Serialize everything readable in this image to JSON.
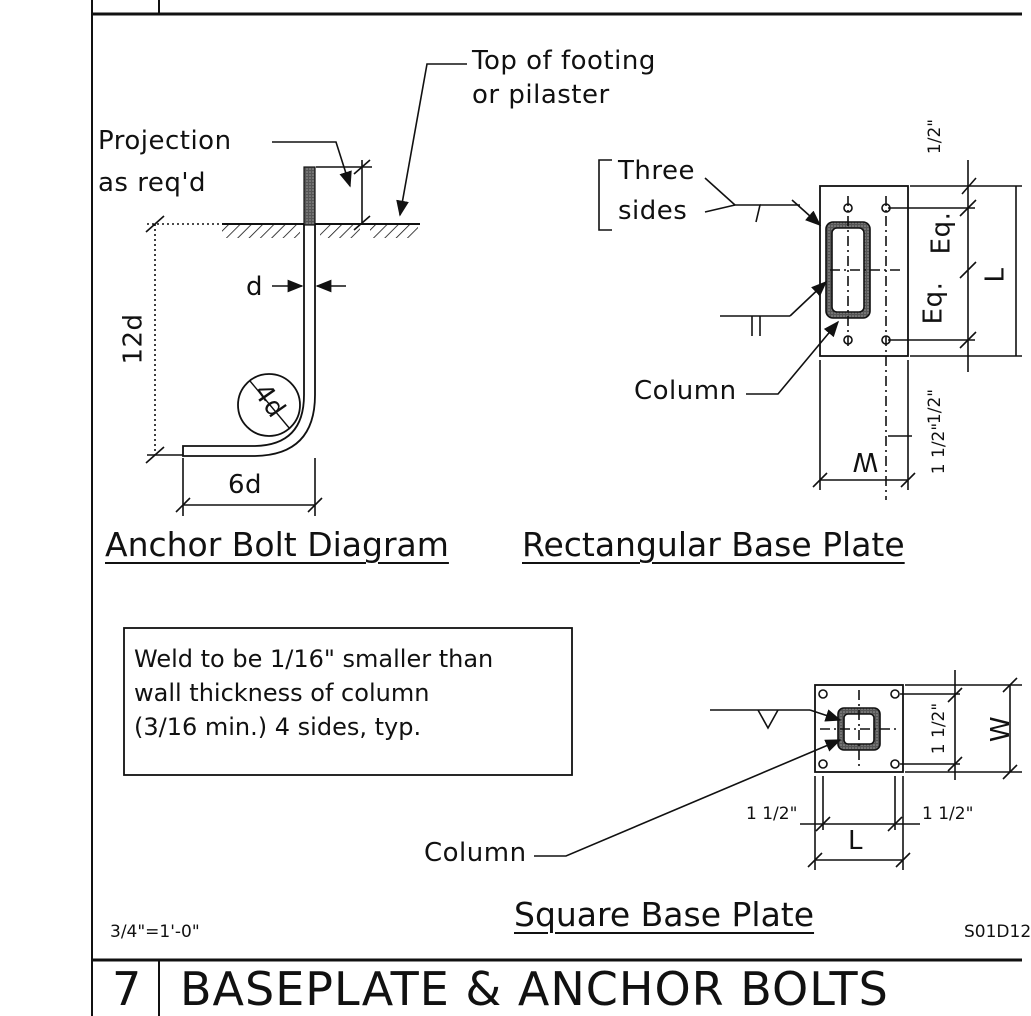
{
  "anchor_bolt": {
    "top_label_line1": "Top of footing",
    "top_label_line2": "or pilaster",
    "projection_line1": "Projection",
    "projection_line2": "as req'd",
    "dim_d": "d",
    "dim_12d": "12d",
    "dim_4d": "4d",
    "dim_6d": "6d",
    "title": "Anchor Bolt Diagram"
  },
  "rect_plate": {
    "three_sides_line1": "Three",
    "three_sides_line2": "sides",
    "column_label": "Column",
    "eq_top": "Eq.",
    "eq_bottom": "Eq.",
    "dim_L": "L",
    "dim_W": "W",
    "half_inch": "1/2\"",
    "one_half_inch": "1 1/2\"",
    "title": "Rectangular Base Plate"
  },
  "square_plate": {
    "note_line1": "Weld to be 1/16\" smaller than",
    "note_line2": "wall thickness of column",
    "note_line3": "(3/16 min.) 4 sides, typ.",
    "column_label": "Column",
    "dim_L": "L",
    "dim_W": "W",
    "one_half_left": "1 1/2\"",
    "one_half_right": "1 1/2\"",
    "one_half_mid": "1 1/2\"",
    "title": "Square Base Plate"
  },
  "footer": {
    "scale": "3/4\"=1'-0\"",
    "sheet_code": "S01D12",
    "detail_number": "7",
    "detail_title": "BASEPLATE & ANCHOR BOLTS"
  }
}
